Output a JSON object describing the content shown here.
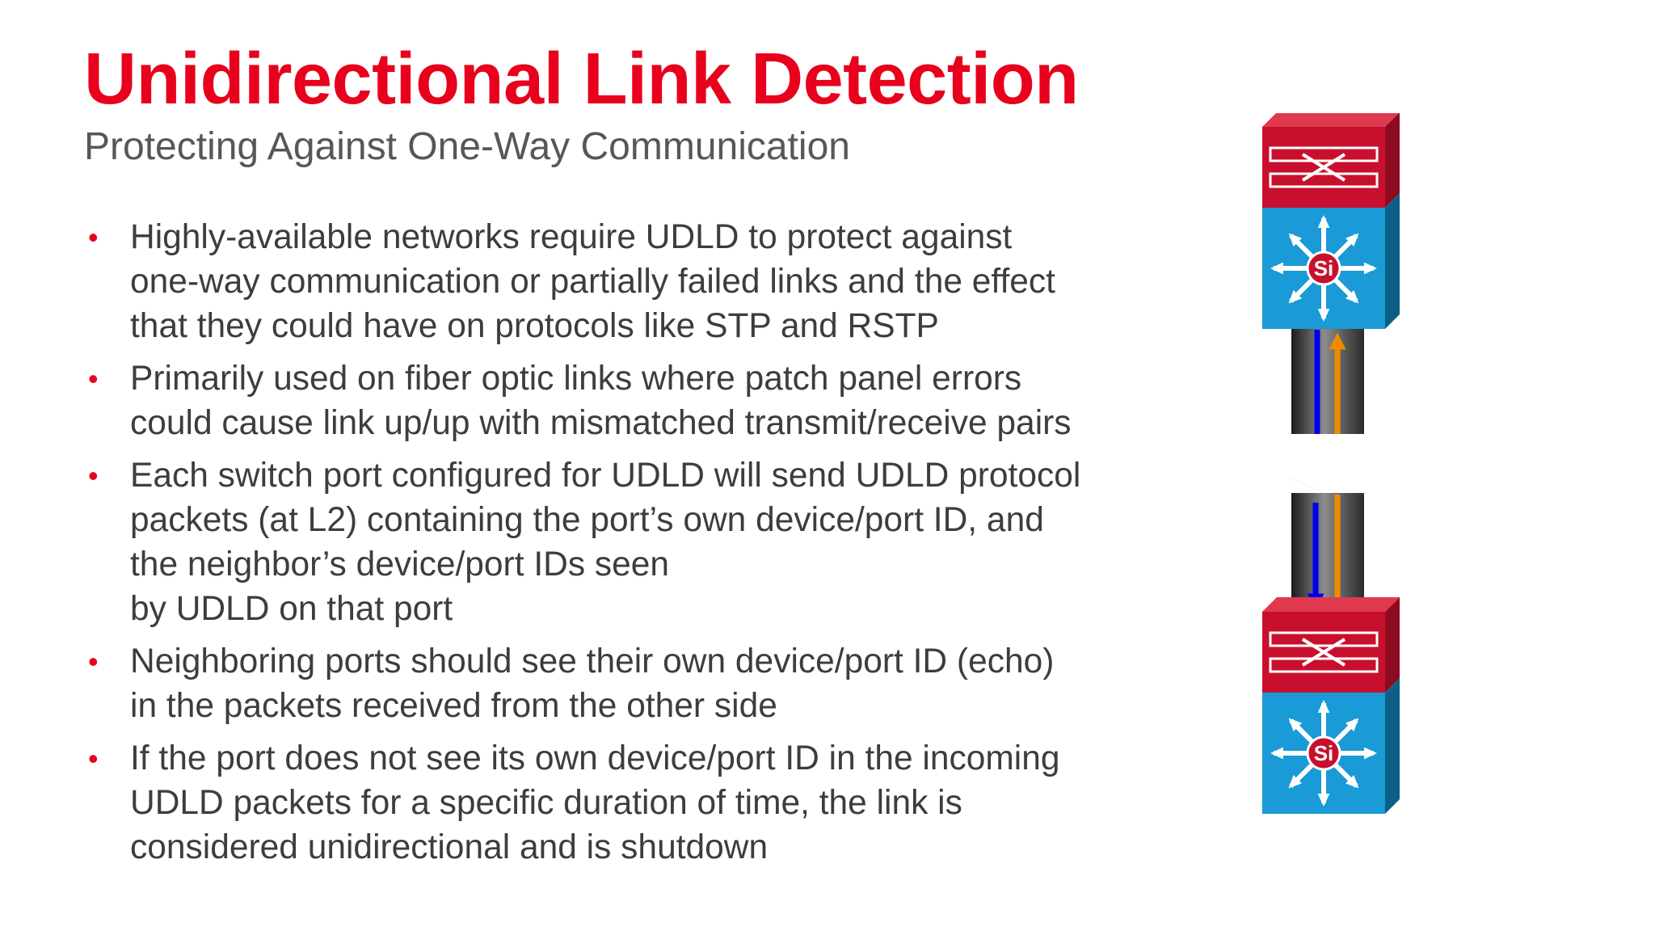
{
  "slide": {
    "title": "Unidirectional Link Detection",
    "subtitle": "Protecting Against One-Way Communication",
    "bullets": [
      {
        "lines": [
          "Highly-available networks require UDLD to protect against",
          "one-way communication or partially failed links and the effect",
          "that they could have on protocols like STP and RSTP"
        ]
      },
      {
        "lines": [
          "Primarily used on fiber optic links where patch panel errors",
          "could cause link up/up with mismatched transmit/receive pairs"
        ]
      },
      {
        "lines": [
          "Each switch port configured for UDLD will send UDLD protocol",
          "packets (at L2) containing the port’s own device/port ID, and",
          "the neighbor’s device/port IDs seen",
          "by UDLD on that port"
        ]
      },
      {
        "lines": [
          "Neighboring ports should see their own device/port ID (echo)",
          "in the packets received from the other side"
        ]
      },
      {
        "lines": [
          "If the port does not see its own device/port ID in the incoming",
          "UDLD packets for a specific duration of time, the link is",
          "considered unidirectional and is shutdown"
        ]
      }
    ]
  },
  "diagram": {
    "top_switch": {
      "badge": "Si",
      "icon": "multilayer-switch-icon"
    },
    "bottom_switch": {
      "badge": "Si",
      "icon": "multilayer-switch-icon"
    },
    "colors": {
      "title_red": "#e8001c",
      "switch_red": "#c8102e",
      "switch_blue": "#1a9ad6",
      "link_blue": "#0000ee",
      "link_orange": "#f28a00"
    }
  }
}
